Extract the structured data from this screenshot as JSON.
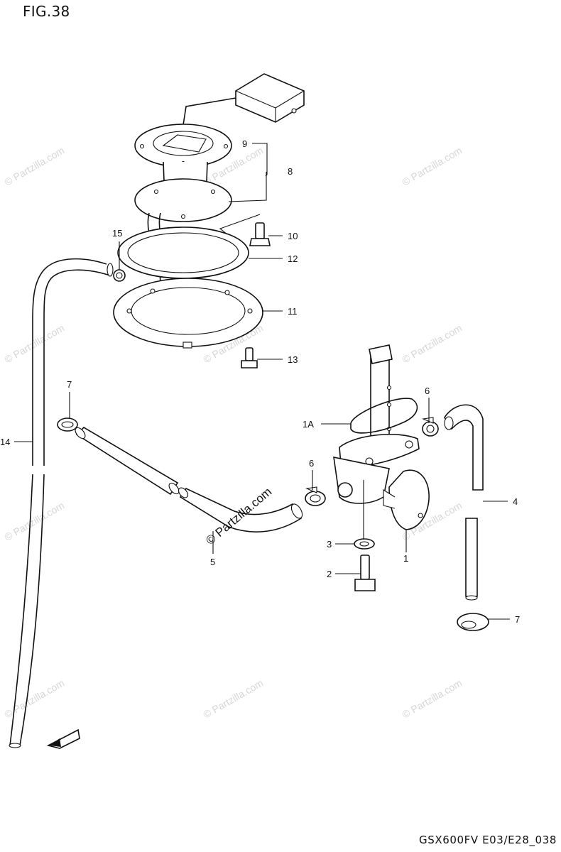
{
  "figure": {
    "title": "FIG.38",
    "footer_code": "GSX600FV E03/E28_038"
  },
  "watermark": {
    "text": "© Partzilla.com",
    "center_text": "© Partzilla.com"
  },
  "callouts": [
    {
      "id": "c9",
      "label": "9"
    },
    {
      "id": "c8",
      "label": "8"
    },
    {
      "id": "c10",
      "label": "10"
    },
    {
      "id": "c15",
      "label": "15"
    },
    {
      "id": "c12",
      "label": "12"
    },
    {
      "id": "c11",
      "label": "11"
    },
    {
      "id": "c13",
      "label": "13"
    },
    {
      "id": "c7a",
      "label": "7"
    },
    {
      "id": "c6a",
      "label": "6"
    },
    {
      "id": "c1A",
      "label": "1A"
    },
    {
      "id": "c14",
      "label": "14"
    },
    {
      "id": "c6b",
      "label": "6"
    },
    {
      "id": "c4",
      "label": "4"
    },
    {
      "id": "c3",
      "label": "3"
    },
    {
      "id": "c1",
      "label": "1"
    },
    {
      "id": "c5",
      "label": "5"
    },
    {
      "id": "c2",
      "label": "2"
    },
    {
      "id": "c7b",
      "label": "7"
    }
  ],
  "colors": {
    "line": "#111111",
    "watermark": "#d6d6d6",
    "background": "#ffffff"
  }
}
